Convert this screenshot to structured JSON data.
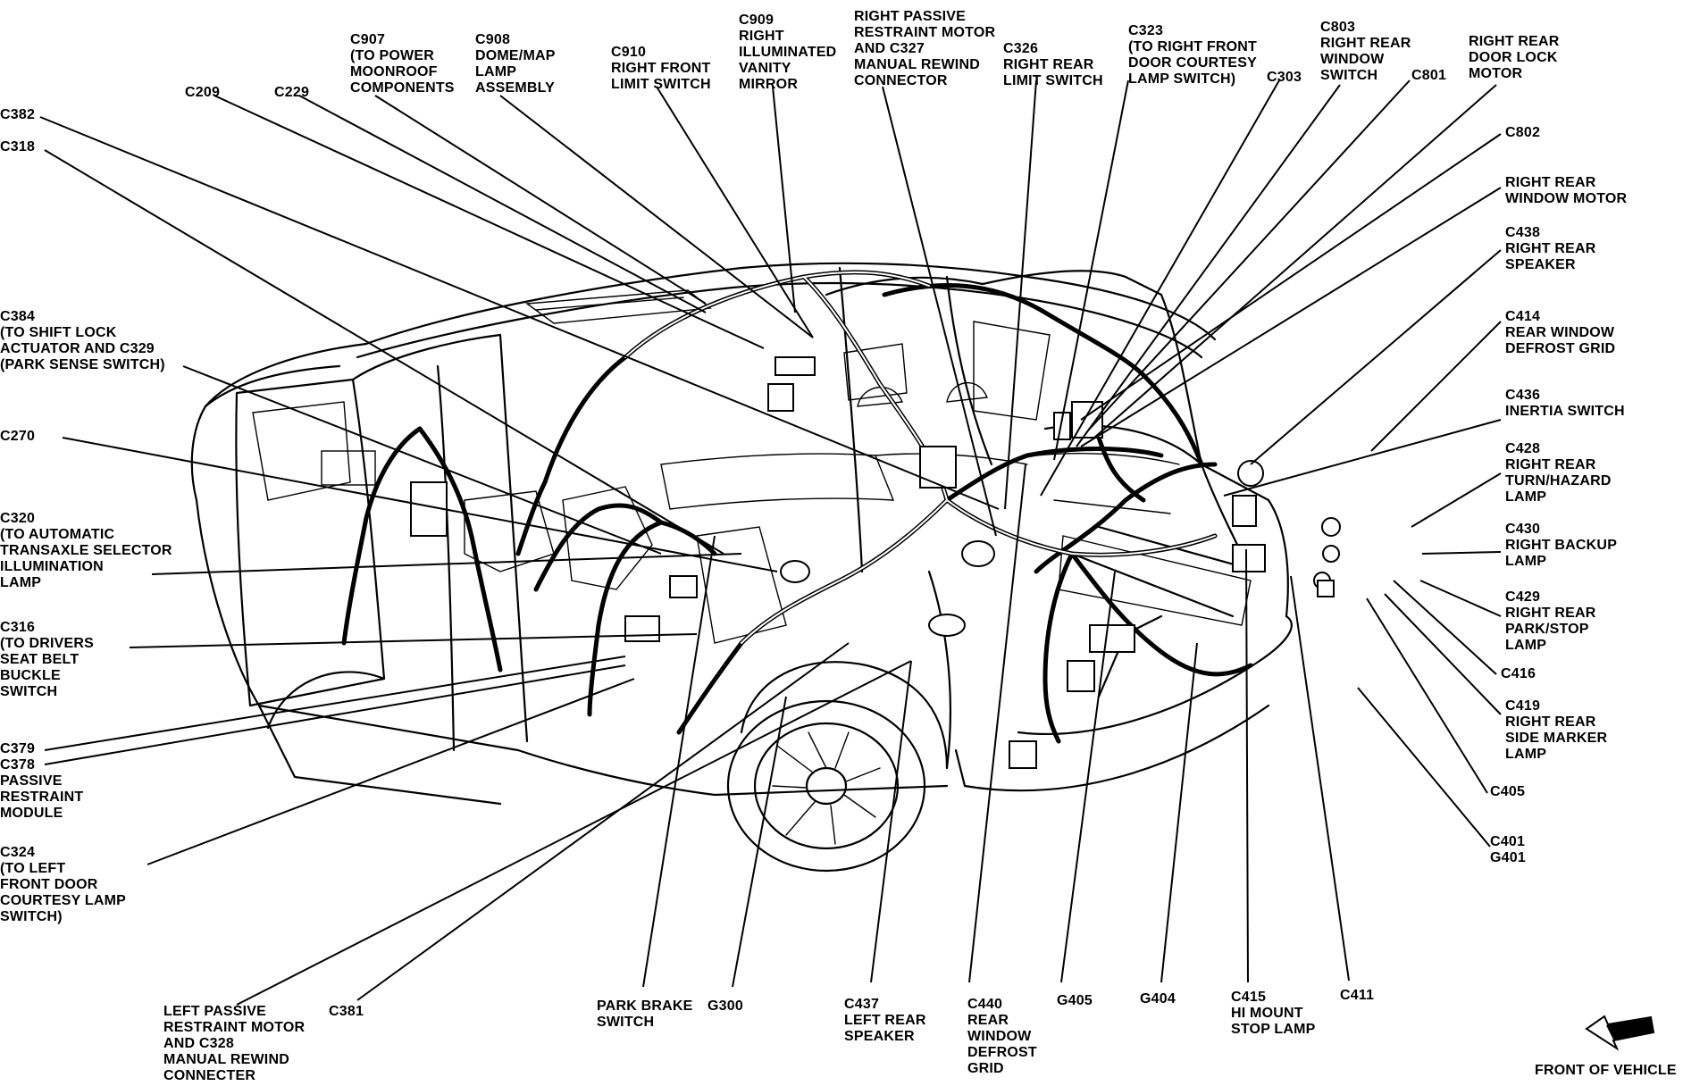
{
  "labels": {
    "c209": "C209",
    "c229": "C229",
    "c907": "C907\n(TO POWER\nMOONROOF\nCOMPONENTS",
    "c908": "C908\nDOME/MAP\nLAMP\nASSEMBLY",
    "c910": "C910\nRIGHT FRONT\nLIMIT SWITCH",
    "c909": "C909\nRIGHT\nILLUMINATED\nVANITY\nMIRROR",
    "rpr": "RIGHT PASSIVE\nRESTRAINT MOTOR\nAND C327\nMANUAL REWIND\nCONNECTOR",
    "c326": "C326\nRIGHT REAR\nLIMIT SWITCH",
    "c323": "C323\n(TO RIGHT FRONT\nDOOR COURTESY\nLAMP SWITCH)",
    "c303": "C303",
    "c803": "C803\nRIGHT REAR\nWINDOW\nSWITCH",
    "c801": "C801",
    "rrdl": "RIGHT REAR\nDOOR LOCK\nMOTOR",
    "c382": "C382",
    "c318": "C318",
    "c802": "C802",
    "rrwm": "RIGHT REAR\nWINDOW MOTOR",
    "c438": "C438\nRIGHT REAR\nSPEAKER",
    "c414": "C414\nREAR WINDOW\nDEFROST GRID",
    "c436": "C436\nINERTIA SWITCH",
    "c428": "C428\nRIGHT REAR\nTURN/HAZARD\nLAMP",
    "c430": "C430\nRIGHT BACKUP\nLAMP",
    "c429": "C429\nRIGHT REAR\nPARK/STOP\nLAMP",
    "c416": "C416",
    "c419": "C419\nRIGHT REAR\nSIDE MARKER\nLAMP",
    "c405": "C405",
    "c401": "C401\nG401",
    "c384": "C384\n(TO SHIFT LOCK\nACTUATOR AND C329\n(PARK SENSE SWITCH)",
    "c270": "C270",
    "c320": "C320\n(TO AUTOMATIC\nTRANSAXLE SELECTOR\nILLUMINATION\nLAMP",
    "c316": "C316\n(TO DRIVERS\nSEAT BELT\nBUCKLE\nSWITCH",
    "c379": "C379\nC378\nPASSIVE\nRESTRAINT\nMODULE",
    "c324": "C324\n(TO LEFT\nFRONT DOOR\nCOURTESY LAMP\nSWITCH)",
    "lpr": "LEFT PASSIVE\nRESTRAINT MOTOR\nAND C328\nMANUAL REWIND\nCONNECTER",
    "c381": "C381",
    "parkbrake": "PARK BRAKE\nSWITCH",
    "g300": "G300",
    "c437": "C437\nLEFT REAR\nSPEAKER",
    "c440": "C440\nREAR\nWINDOW\nDEFROST\nGRID",
    "g405": "G405",
    "g404": "G404",
    "c415": "C415\nHI MOUNT\nSTOP LAMP",
    "c411": "C411",
    "front": "FRONT OF VEHICLE"
  }
}
